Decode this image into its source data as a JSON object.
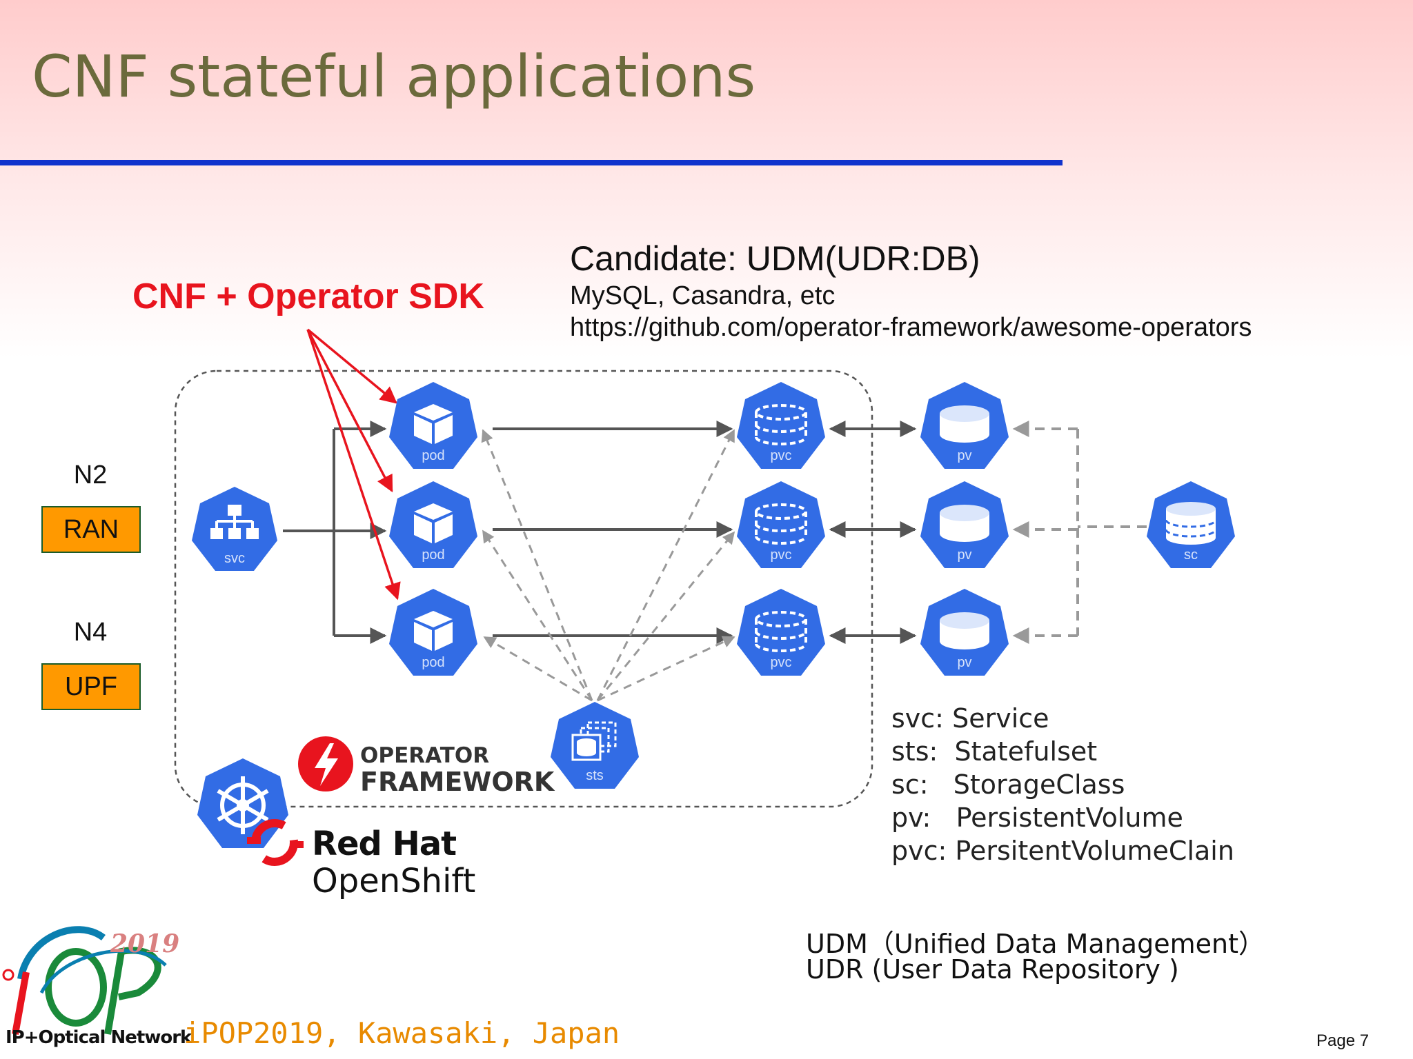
{
  "slide": {
    "title": "CNF stateful applications",
    "page": "Page 7",
    "footer": "iPOP2019, Kawasaki, Japan"
  },
  "callout": {
    "cnf_operator_sdk": "CNF + Operator SDK",
    "arrow_color": "#e8141e"
  },
  "candidate": {
    "heading": "Candidate: UDM(UDR:DB)",
    "databases": "MySQL, Casandra, etc",
    "url": "https://github.com/operator-framework/awesome-operators"
  },
  "interfaces": [
    {
      "name": "N2",
      "box": "RAN"
    },
    {
      "name": "N4",
      "box": "UPF"
    }
  ],
  "nodes": {
    "svc": "svc",
    "pod": "pod",
    "pvc": "pvc",
    "pv": "pv",
    "sc": "sc",
    "sts": "sts"
  },
  "legend": [
    {
      "abbr": "svc:",
      "full": "Service"
    },
    {
      "abbr": "sts:",
      "full": "Statefulset"
    },
    {
      "abbr": "sc:",
      "full": "StorageClass"
    },
    {
      "abbr": "pv:",
      "full": "PersistentVolume"
    },
    {
      "abbr": "pvc:",
      "full": "PersitentVolumeClain"
    }
  ],
  "definitions": {
    "udm": "UDM（Unified Data Management）",
    "udr": "UDR (User Data Repository )"
  },
  "logos": {
    "operator_line1": "OPERATOR",
    "operator_line2": "FRAMEWORK",
    "redhat_line1": "Red Hat",
    "redhat_line2": "OpenShift",
    "ipop_year": "2019",
    "ipop_tagline": "IP+Optical Network"
  },
  "colors": {
    "k8s_blue": "#326ce5",
    "rule_blue": "#1133cc",
    "box_orange": "#ff9900",
    "title_olive": "#6b6a3c"
  }
}
